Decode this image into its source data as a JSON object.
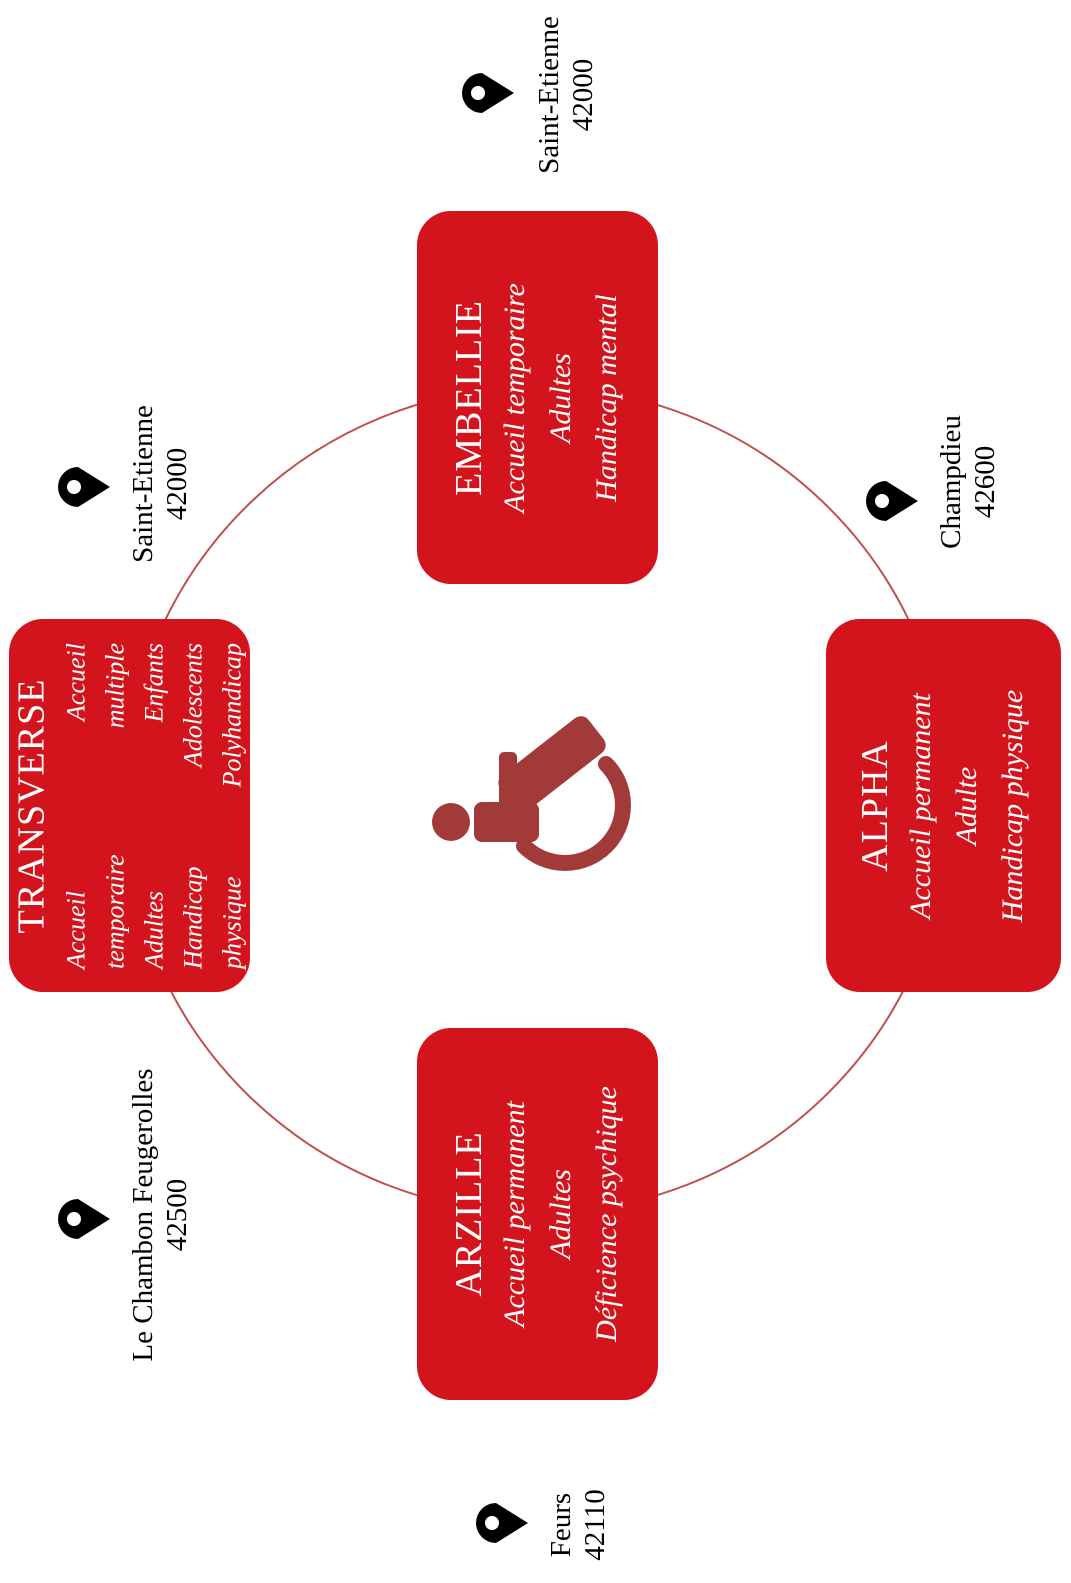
{
  "colors": {
    "box": "#d4141c",
    "ring": "#c0504d",
    "icon": "#a33a3a",
    "pin": "#000000"
  },
  "center_icon": "wheelchair-icon",
  "location_icon": "map-pin-icon",
  "services": {
    "embellie": {
      "name": "EMBELLIE",
      "lines": [
        "Accueil temporaire",
        "Adultes",
        "Handicap mental"
      ]
    },
    "alpha": {
      "name": "ALPHA",
      "lines": [
        "Accueil permanent",
        "Adulte",
        "Handicap physique"
      ]
    },
    "arzille": {
      "name": "ARZILLE",
      "lines": [
        "Accueil permanent",
        "Adultes",
        "Déficience psychique"
      ]
    },
    "transverse": {
      "name": "TRANSVERSE",
      "left": [
        "Accueil",
        "temporaire",
        "Adultes",
        "Handicap",
        "physique"
      ],
      "right": [
        "Accueil",
        "multiple",
        "Enfants",
        "Adolescents",
        "Polyhandicap"
      ]
    }
  },
  "locations": {
    "embellie": {
      "city": "Saint-Etienne",
      "code": "42000"
    },
    "alpha": {
      "city": "Champdieu",
      "code": "42600"
    },
    "arzille": {
      "city": "Feurs",
      "code": "42110"
    },
    "transverse_top": {
      "city": "Saint-Etienne",
      "code": "42000"
    },
    "transverse_bottom": {
      "city": "Le Chambon Feugerolles",
      "code": "42500"
    }
  }
}
